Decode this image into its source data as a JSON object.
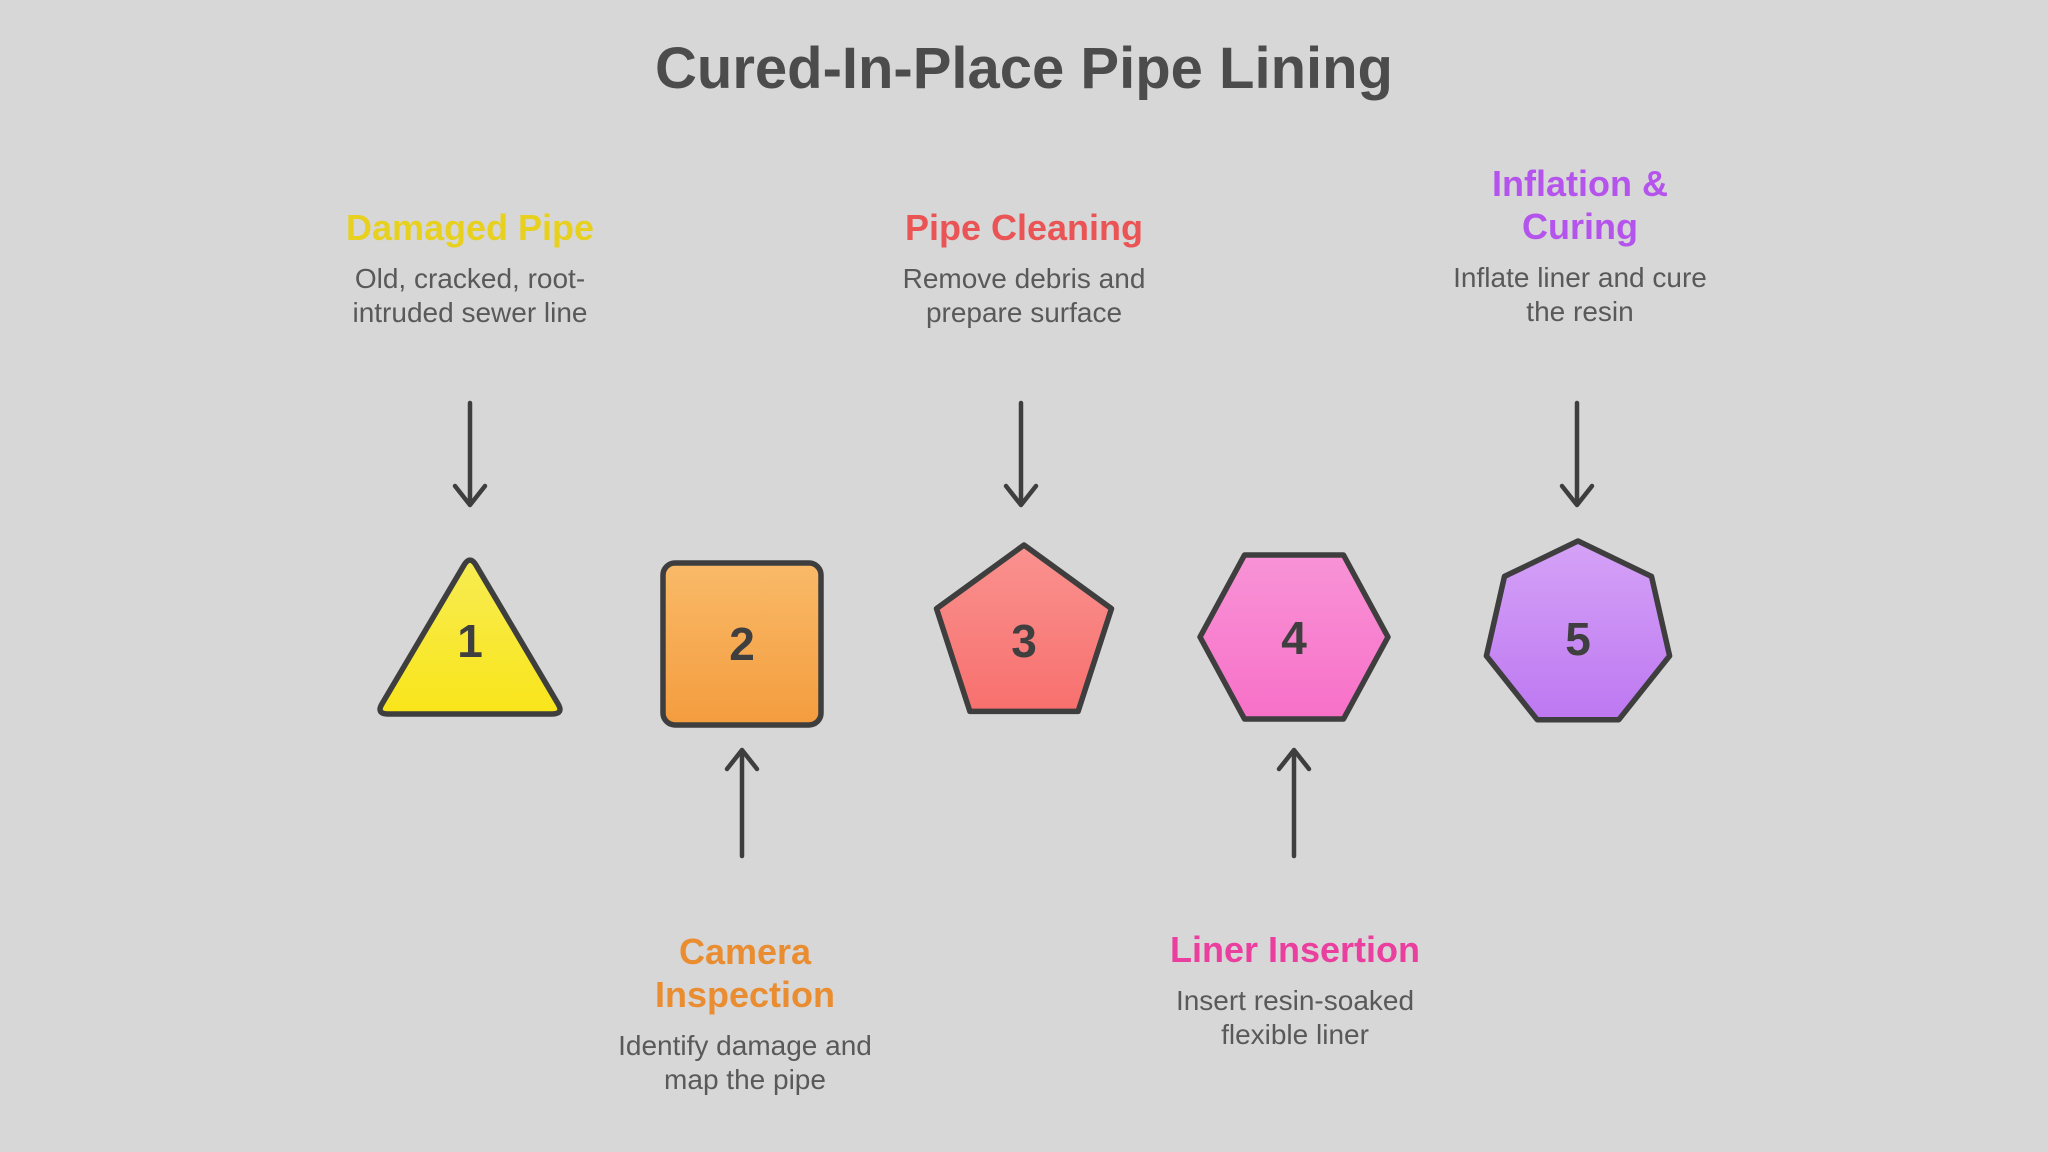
{
  "title": "Cured-In-Place Pipe Lining",
  "colors": {
    "background": "#d7d7d7",
    "title_text": "#4c4c4c",
    "description_text": "#595959",
    "shape_outline": "#3e3e3e",
    "shape_number_text": "#3f3f3f",
    "arrow": "#3e3e3e"
  },
  "steps": [
    {
      "number": "1",
      "shape": "triangle",
      "label_position": "top",
      "arrow_direction": "down",
      "heading": [
        "Damaged Pipe"
      ],
      "desc": [
        "Old, cracked, root-",
        "intruded sewer line"
      ],
      "heading_color": "#e8d01f",
      "fill_top": "#f7ec52",
      "fill_bottom": "#f9e51a"
    },
    {
      "number": "2",
      "shape": "square",
      "label_position": "bottom",
      "arrow_direction": "up",
      "heading": [
        "Camera",
        "Inspection"
      ],
      "desc": [
        "Identify damage and",
        "map the pipe"
      ],
      "heading_color": "#ea8c30",
      "fill_top": "#f9ba68",
      "fill_bottom": "#f49c3e"
    },
    {
      "number": "3",
      "shape": "pentagon",
      "label_position": "top",
      "arrow_direction": "down",
      "heading": [
        "Pipe Cleaning"
      ],
      "desc": [
        "Remove debris and",
        "prepare surface"
      ],
      "heading_color": "#ea5455",
      "fill_top": "#f9928f",
      "fill_bottom": "#f8706e"
    },
    {
      "number": "4",
      "shape": "hexagon",
      "label_position": "bottom",
      "arrow_direction": "up",
      "heading": [
        "Liner Insertion"
      ],
      "desc": [
        "Insert resin-soaked",
        "flexible liner"
      ],
      "heading_color": "#ea3f9e",
      "fill_top": "#f893d6",
      "fill_bottom": "#f770c8"
    },
    {
      "number": "5",
      "shape": "heptagon",
      "label_position": "top",
      "arrow_direction": "down",
      "heading": [
        "Inflation &",
        "Curing"
      ],
      "desc": [
        "Inflate liner and cure",
        "the resin"
      ],
      "heading_color": "#b554ec",
      "fill_top": "#d5a2f7",
      "fill_bottom": "#bd78f1"
    }
  ]
}
